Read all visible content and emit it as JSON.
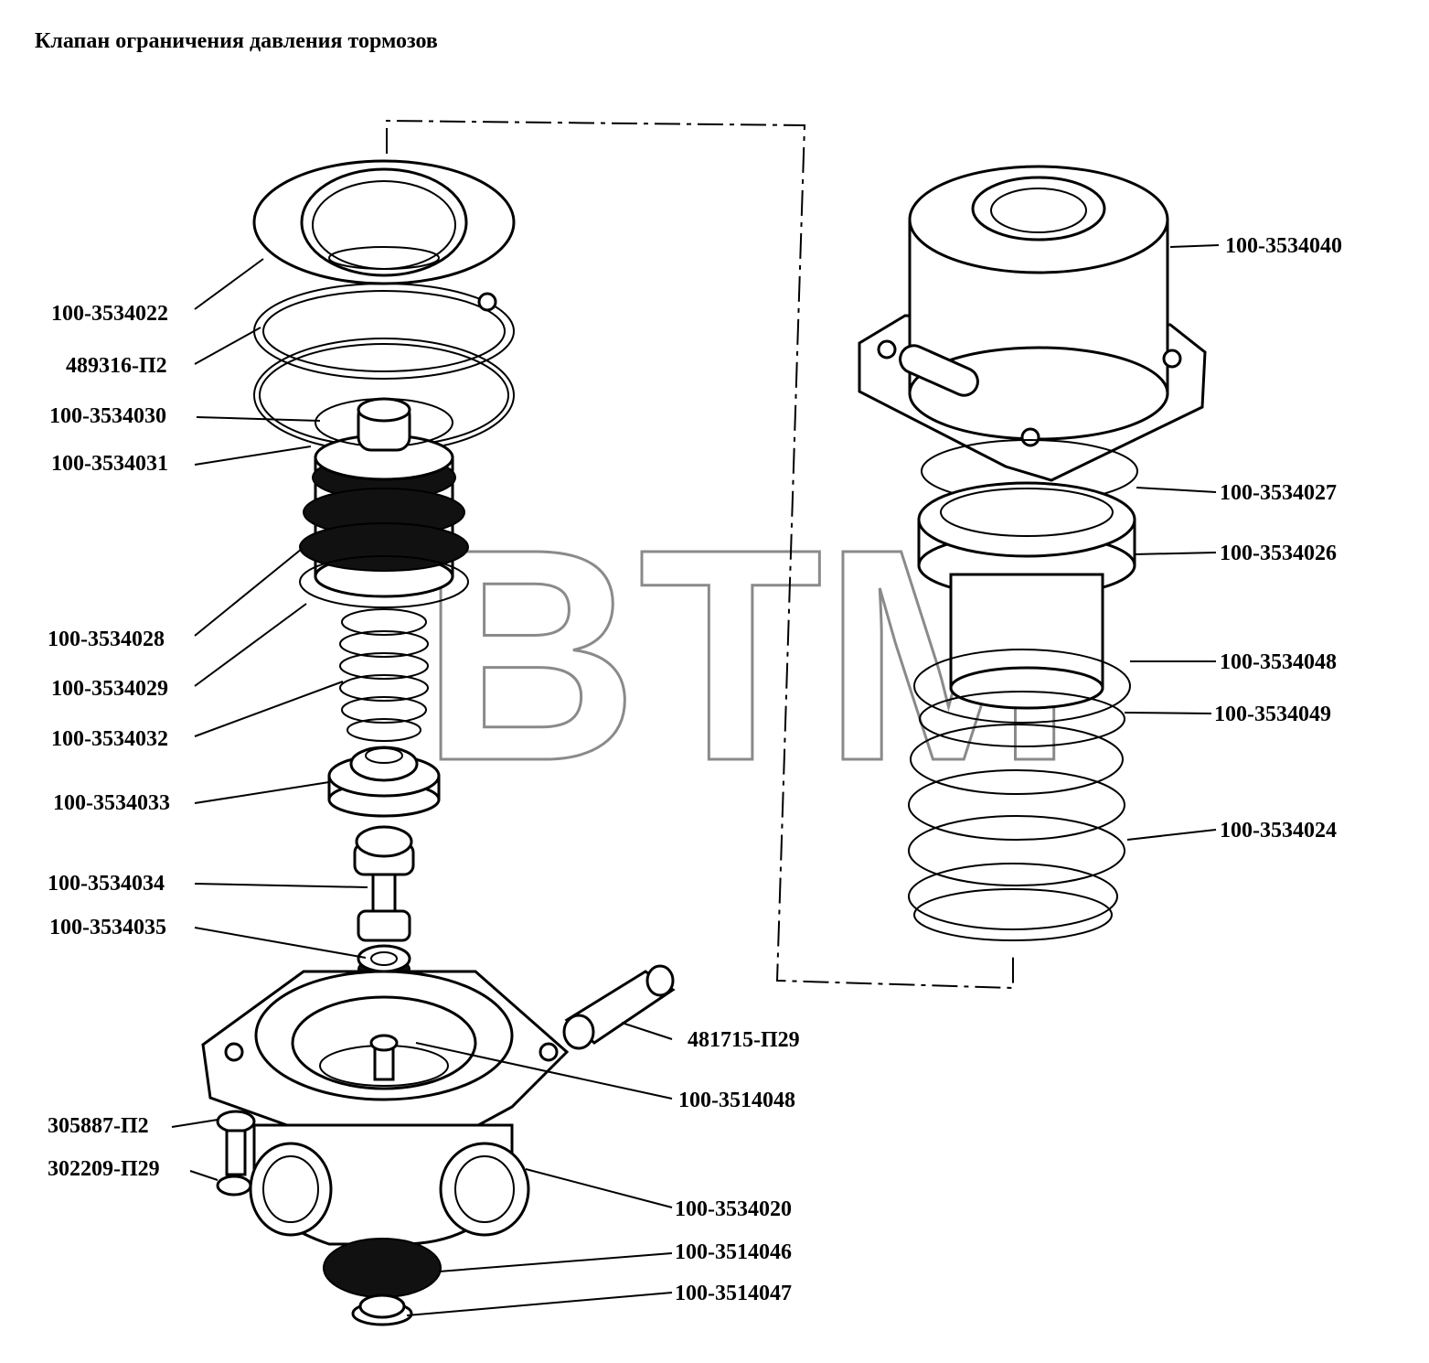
{
  "title": "Клапан ограничения давления тормозов",
  "watermark": {
    "text": "BTM",
    "registered_mark": "®"
  },
  "labels": {
    "l_3534022": "100-3534022",
    "l_489316": "489316-П2",
    "l_3534030": "100-3534030",
    "l_3534031": "100-3534031",
    "l_3534028": "100-3534028",
    "l_3534029": "100-3534029",
    "l_3534032": "100-3534032",
    "l_3534033": "100-3534033",
    "l_3534034": "100-3534034",
    "l_3534035": "100-3534035",
    "l_481715": "481715-П29",
    "l_3514048": "100-3514048",
    "l_305887": "305887-П2",
    "l_302209": "302209-П29",
    "l_3534020": "100-3534020",
    "l_3514046": "100-3514046",
    "l_3514047": "100-3514047",
    "l_3534040": "100-3534040",
    "l_3534027": "100-3534027",
    "l_3534026": "100-3534026",
    "l_3534048": "100-3534048",
    "l_3534049": "100-3534049",
    "l_3534024": "100-3534024"
  }
}
